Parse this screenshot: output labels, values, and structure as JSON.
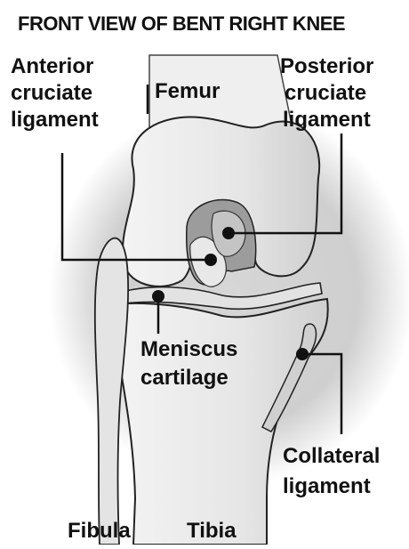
{
  "title": "FRONT VIEW OF BENT RIGHT KNEE",
  "labels": {
    "acl": [
      "Anterior",
      "cruciate",
      "ligament"
    ],
    "femur": "Femur",
    "pcl": [
      "Posterior",
      "cruciate",
      "ligament"
    ],
    "meniscus": [
      "Meniscus",
      "cartilage"
    ],
    "collateral": [
      "Collateral",
      "ligament"
    ],
    "fibula": "Fibula",
    "tibia": "Tibia"
  },
  "colors": {
    "background_glow": "#c8c8c8",
    "bone_light": "#ececec",
    "bone_mid": "#d4d4d4",
    "outline": "#222222",
    "leader": "#111111"
  }
}
